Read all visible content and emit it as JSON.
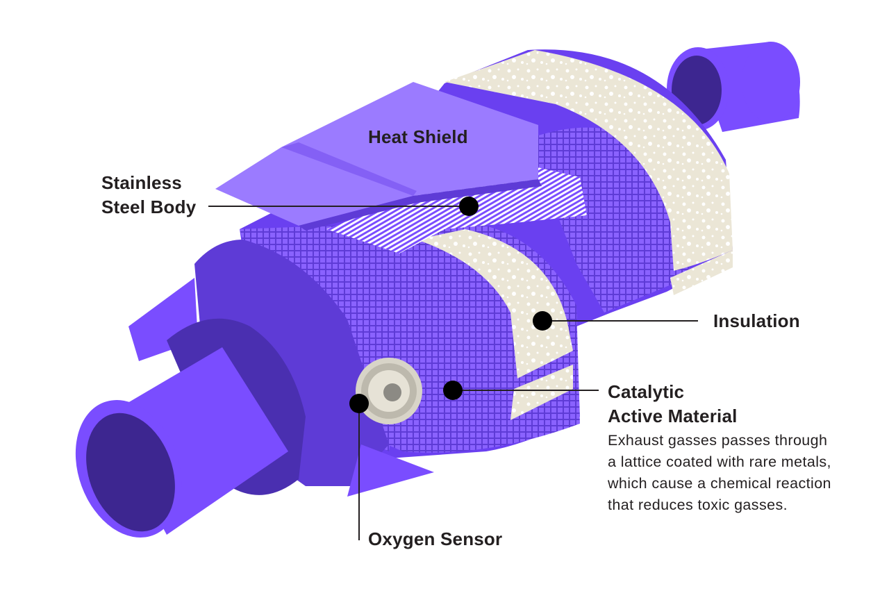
{
  "title": "Catalytic Converter Diagram",
  "colors": {
    "purple": "#7a4dff",
    "dark_purple": "#3d2690",
    "mid_purple": "#5e3bd6",
    "light_purple": "#9b7bff",
    "insulation": "#ebe6d6",
    "text": "#231f20"
  },
  "labels": {
    "heat_shield": "Heat Shield",
    "stainless_line1": "Stainless",
    "stainless_line2": "Steel Body",
    "insulation": "Insulation",
    "catalytic_line1": "Catalytic",
    "catalytic_line2": "Active Material",
    "oxygen_sensor": "Oxygen Sensor"
  },
  "description": [
    "Exhaust gasses passes through",
    "a lattice coated with rare metals,",
    "which cause a chemical reaction",
    "that reduces toxic gasses."
  ]
}
